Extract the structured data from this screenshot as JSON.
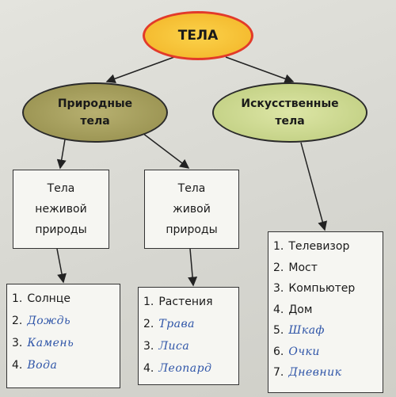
{
  "root": {
    "label": "ТЕЛА"
  },
  "natural": {
    "line1": "Природные",
    "line2": "тела"
  },
  "artificial": {
    "line1": "Искусственные",
    "line2": "тела"
  },
  "nonliving": {
    "line1": "Тела",
    "line2": "неживой",
    "line3": "природы"
  },
  "living": {
    "line1": "Тела",
    "line2": "живой",
    "line3": "природы"
  },
  "nonliving_examples": [
    {
      "num": "1.",
      "text": "Солнце",
      "handwritten": false
    },
    {
      "num": "2.",
      "text": "Дождь",
      "handwritten": true
    },
    {
      "num": "3.",
      "text": "Камень",
      "handwritten": true
    },
    {
      "num": "4.",
      "text": "Вода",
      "handwritten": true
    }
  ],
  "living_examples": [
    {
      "num": "1.",
      "text": "Растения",
      "handwritten": false
    },
    {
      "num": "2.",
      "text": "Трава",
      "handwritten": true
    },
    {
      "num": "3.",
      "text": "Лиса",
      "handwritten": true
    },
    {
      "num": "4.",
      "text": "Леопард",
      "handwritten": true
    }
  ],
  "artificial_examples": [
    {
      "num": "1.",
      "text": "Телевизор",
      "handwritten": false
    },
    {
      "num": "2.",
      "text": "Мост",
      "handwritten": false
    },
    {
      "num": "3.",
      "text": "Компьютер",
      "handwritten": false
    },
    {
      "num": "4.",
      "text": "Дом",
      "handwritten": false
    },
    {
      "num": "5.",
      "text": "Шкаф",
      "handwritten": true
    },
    {
      "num": "6.",
      "text": "Очки",
      "handwritten": true
    },
    {
      "num": "7.",
      "text": "Дневник",
      "handwritten": true
    }
  ],
  "colors": {
    "root_fill": "#f2b326",
    "root_border": "#e23a2a",
    "natural_fill": "#938c4a",
    "artificial_fill": "#bccb7c",
    "handwriting_ink": "#2f55a8"
  }
}
